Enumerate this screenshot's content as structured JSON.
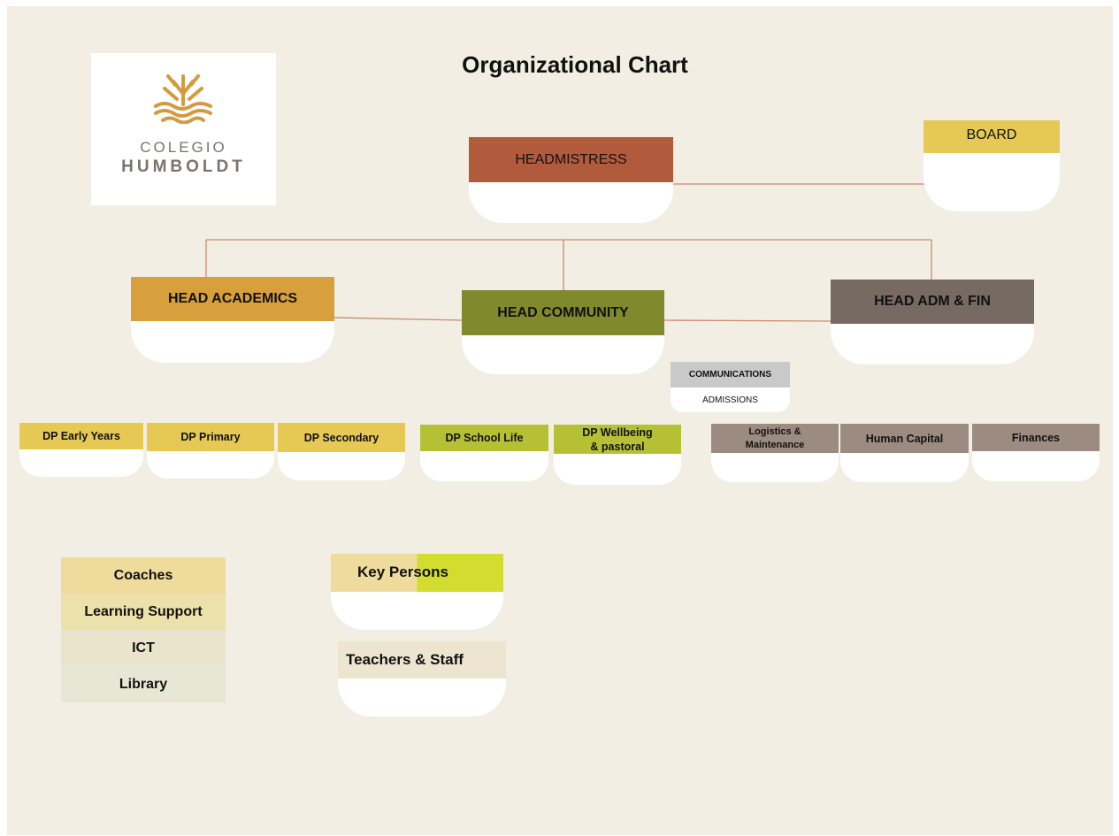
{
  "title": "Organizational Chart",
  "logo": {
    "line1": "COLEGIO",
    "line2": "HUMBOLDT",
    "emblem": "tree-waves-emblem-icon",
    "color": "#d49a3f"
  },
  "board": {
    "label": "BOARD",
    "color": "#e5c954"
  },
  "headmistress": {
    "label": "HEADMISTRESS",
    "color": "#b25a3c"
  },
  "heads": {
    "academics": {
      "label": "HEAD ACADEMICS",
      "color": "#d89f3d"
    },
    "community": {
      "label": "HEAD COMMUNITY",
      "color": "#808a2c"
    },
    "admfin": {
      "label": "HEAD ADM & FIN",
      "color": "#766a63"
    }
  },
  "communications": {
    "label": "COMMUNICATIONS",
    "color": "#c9c9c9",
    "sub": "ADMISSIONS"
  },
  "departments": {
    "early_years": {
      "label": "DP Early Years",
      "color": "#e5c954"
    },
    "primary": {
      "label": "DP Primary",
      "color": "#e5c954"
    },
    "secondary": {
      "label": "DP Secondary",
      "color": "#e5c954"
    },
    "school_life": {
      "label": "DP School Life",
      "color": "#b6c035"
    },
    "wellbeing_line1": "DP Wellbeing",
    "wellbeing_line2": "& pastoral",
    "wellbeing_color": "#b6c035",
    "logistics_line1": "Logistics &",
    "logistics_line2": "Maintenance",
    "logistics_color": "#9c8b80",
    "human_capital": {
      "label": "Human Capital",
      "color": "#9c8b80"
    },
    "finances": {
      "label": "Finances",
      "color": "#9c8b80"
    }
  },
  "legend": {
    "coaches": {
      "label": "Coaches",
      "color": "#efdc9c"
    },
    "learning_support": {
      "label": "Learning Support",
      "color": "#ece0ab"
    },
    "ict": {
      "label": "ICT",
      "color": "#ebe4cc"
    },
    "library": {
      "label": "Library",
      "color": "#e6e7d5"
    }
  },
  "key_persons": {
    "label": "Key Persons",
    "color_left": "#efdc9c",
    "color_right": "#d2dd30"
  },
  "teachers_staff": {
    "label": "Teachers & Staff",
    "color": "#ede5cf"
  },
  "connector_color": "#c98a72"
}
